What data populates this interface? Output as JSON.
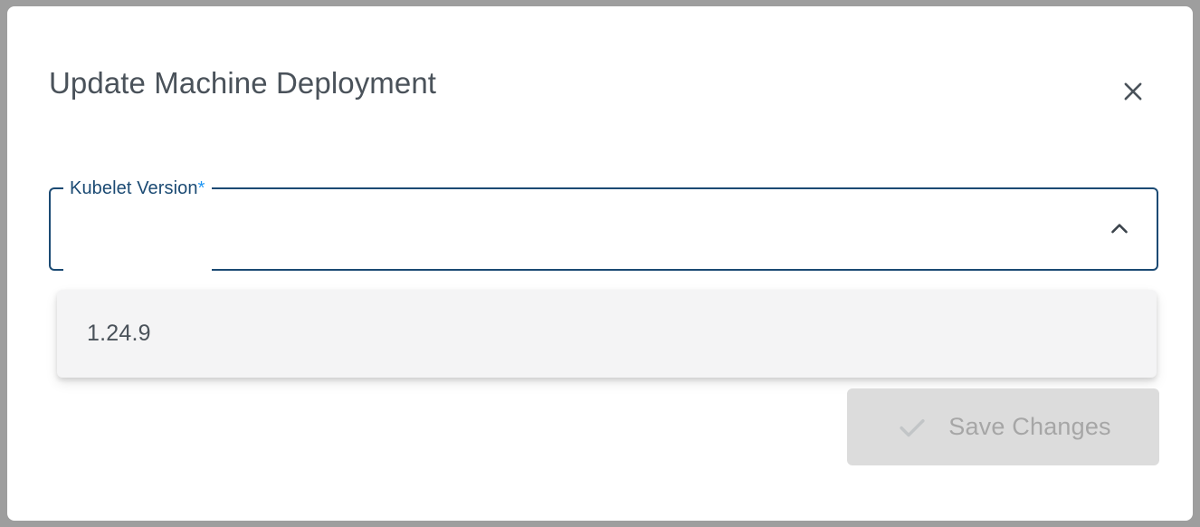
{
  "dialog": {
    "title": "Update Machine Deployment",
    "close_icon": "close-icon"
  },
  "form": {
    "field": {
      "label": "Kubelet Version",
      "required_marker": "*",
      "value": "",
      "toggle_icon": "chevron-up-icon",
      "expanded": true
    },
    "dropdown": {
      "options": [
        {
          "label": "1.24.9"
        }
      ]
    }
  },
  "actions": {
    "save": {
      "label": "Save Changes",
      "icon": "check-icon",
      "disabled": true
    }
  },
  "colors": {
    "backdrop": "#9e9e9e",
    "dialog_bg": "#ffffff",
    "title_text": "#4a525a",
    "field_outline": "#1b4a73",
    "field_label": "#1b4a73",
    "required_star": "#2196f3",
    "dropdown_bg": "#f4f4f5",
    "dropdown_text": "#4a525a",
    "button_disabled_bg": "#dcdcdc",
    "button_disabled_text": "#a6a6a6"
  }
}
